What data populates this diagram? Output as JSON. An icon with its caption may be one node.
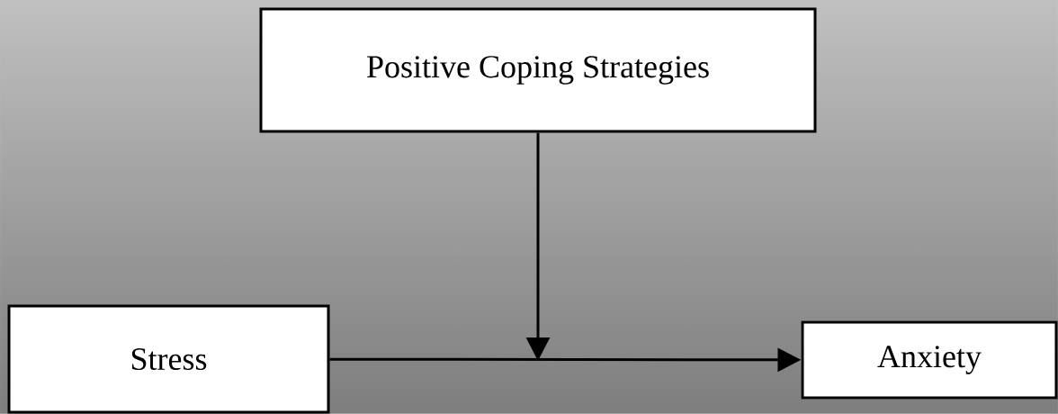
{
  "diagram": {
    "nodes": [
      {
        "text": [
          "Positive Coping Strategies"
        ]
      },
      {
        "text": [
          "Stress"
        ]
      },
      {
        "text": [
          "Anxiety"
        ]
      }
    ],
    "edges": [
      {
        "from": 1,
        "to": 2,
        "arrow": "to"
      },
      {
        "from": 0,
        "to": null,
        "arrow": "to"
      }
    ]
  }
}
